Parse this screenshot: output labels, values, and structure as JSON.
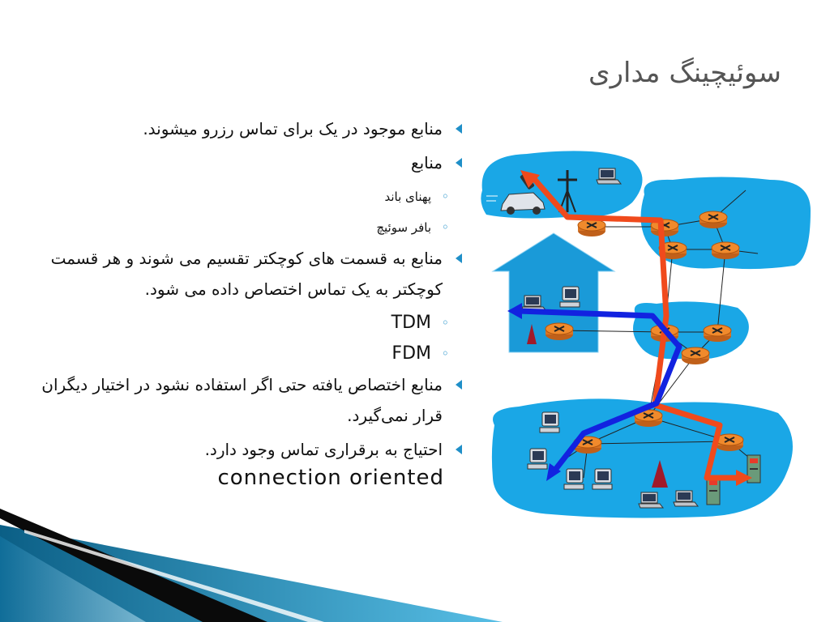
{
  "slide": {
    "title": "سوئیچینگ مداری",
    "bullets": [
      {
        "text": "منابع موجود در یک برای تماس رزرو میشوند."
      },
      {
        "text": "منابع",
        "sub": [
          "پهنای باند",
          "بافر سوئیچ"
        ]
      },
      {
        "text": "منابع به قسمت های کوچکتر تقسیم می شوند و هر قسمت کوچکتر به یک تماس اختصاص داده می شود.",
        "sub": [
          "TDM",
          "FDM"
        ]
      },
      {
        "text": "منابع اختصاص یافته حتی اگر استفاده نشود در اختیار دیگران قرار نمی‌گیرد."
      },
      {
        "text": "احتیاج به برقراری تماس وجود دارد.",
        "extra": "connection oriented"
      }
    ]
  },
  "diagram": {
    "icons": [
      "router-icon",
      "laptop-icon",
      "desktop-computer-icon",
      "server-icon",
      "cell-tower-icon",
      "car-icon",
      "house-icon"
    ],
    "colors": {
      "cloud": "#1aa7e6",
      "cloud_dark": "#0b86c4",
      "house": "#1a9ad8",
      "router": "#f08a2c",
      "path_red": "#f04a1c",
      "path_blue": "#1222e0",
      "bullet": "#1f8fc8",
      "title": "#555555"
    }
  }
}
